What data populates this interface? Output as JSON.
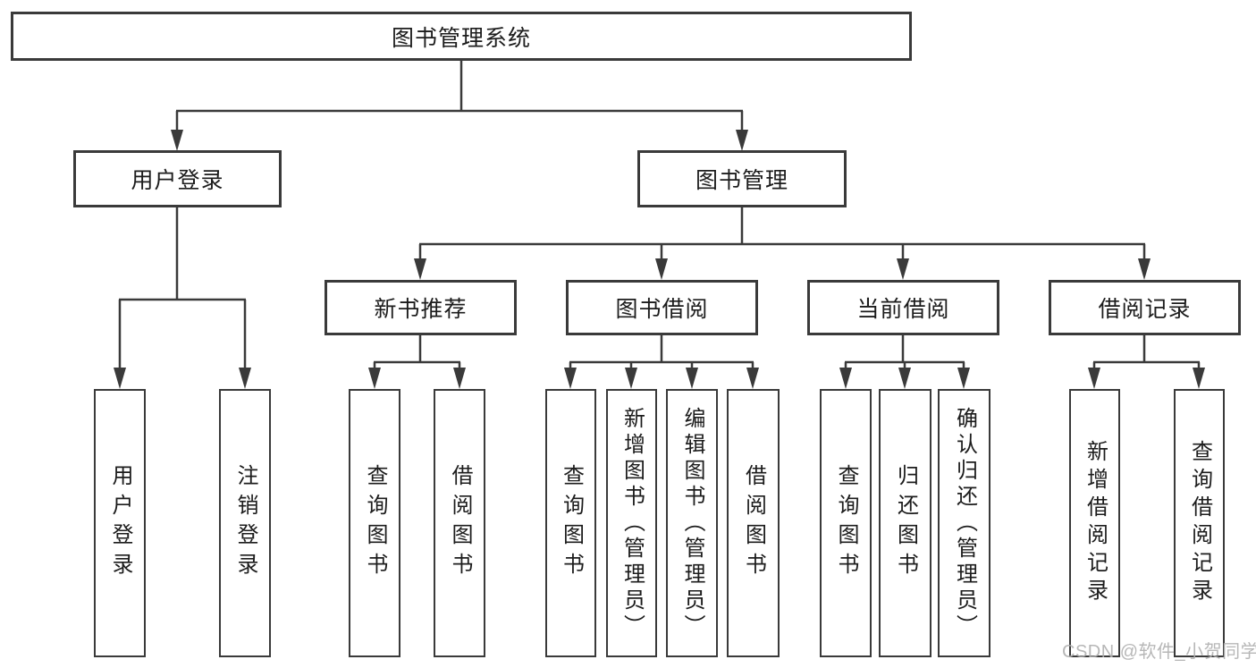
{
  "diagram_type": "hierarchy-tree",
  "tree": {
    "label": "图书管理系统",
    "children": [
      {
        "label": "用户登录",
        "children": [
          {
            "label": "用户登录"
          },
          {
            "label": "注销登录"
          }
        ]
      },
      {
        "label": "图书管理",
        "children": [
          {
            "label": "新书推荐",
            "children": [
              {
                "label": "查询图书"
              },
              {
                "label": "借阅图书"
              }
            ]
          },
          {
            "label": "图书借阅",
            "children": [
              {
                "label": "查询图书"
              },
              {
                "label": "新增图书（管理员）"
              },
              {
                "label": "编辑图书（管理员）"
              },
              {
                "label": "借阅图书"
              }
            ]
          },
          {
            "label": "当前借阅",
            "children": [
              {
                "label": "查询图书"
              },
              {
                "label": "归还图书"
              },
              {
                "label": "确认归还（管理员）"
              }
            ]
          },
          {
            "label": "借阅记录",
            "children": [
              {
                "label": "新增借阅记录"
              },
              {
                "label": "查询借阅记录"
              }
            ]
          }
        ]
      }
    ]
  },
  "watermark": "CSDN @软件_小贺同学",
  "colors": {
    "line": "#3a3a3a",
    "text": "#1c1c1c",
    "background": "#ffffff",
    "watermark": "#b0b0b0"
  }
}
